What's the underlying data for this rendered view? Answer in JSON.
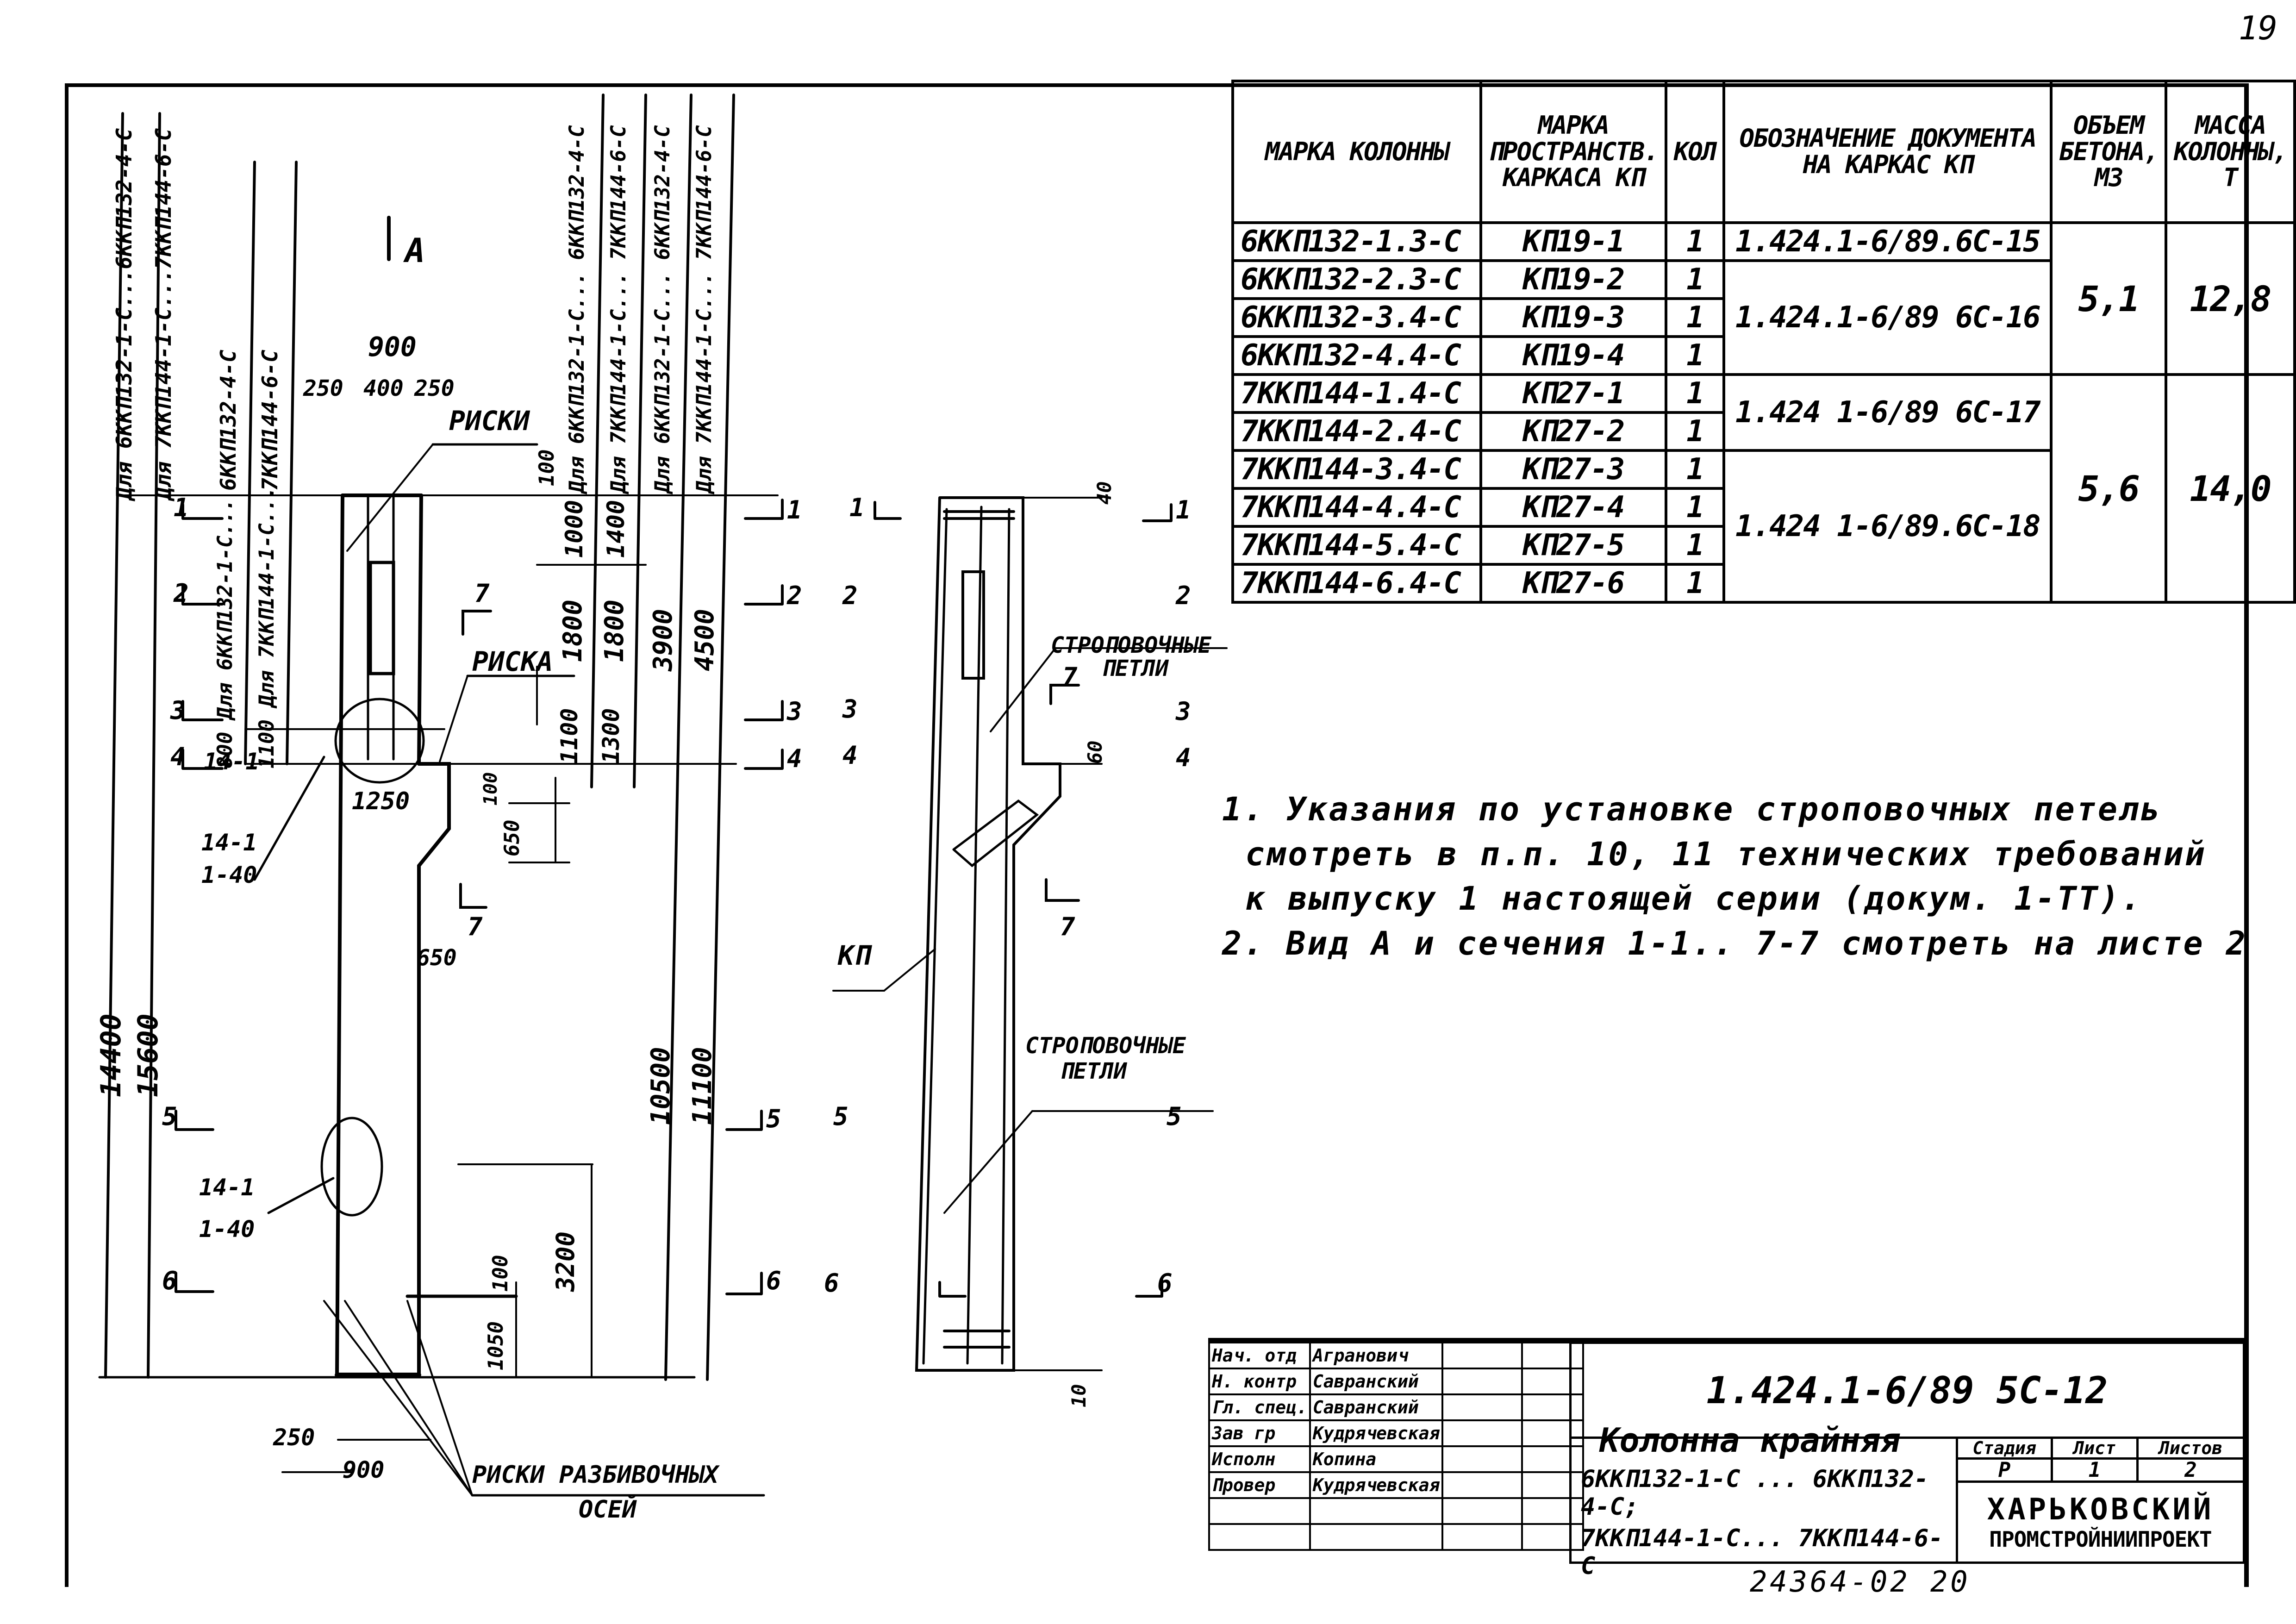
{
  "page_number": "19",
  "archive_number": "24364-02  20",
  "spec_table": {
    "headers": [
      "МАРКА КОЛОННЫ",
      "МАРКА ПРОСТРАНСТВ. КАРКАСА КП",
      "КОЛ",
      "ОБОЗНАЧЕНИЕ ДОКУМЕНТА НА КАРКАС КП",
      "ОБЪЕМ БЕТОНА, М3",
      "МАССА КОЛОННЫ, Т"
    ],
    "rows": [
      {
        "mark": "6ККП132-1.3-С",
        "kp": "КП19-1",
        "qty": "1"
      },
      {
        "mark": "6ККП132-2.3-С",
        "kp": "КП19-2",
        "qty": "1"
      },
      {
        "mark": "6ККП132-3.4-С",
        "kp": "КП19-3",
        "qty": "1"
      },
      {
        "mark": "6ККП132-4.4-С",
        "kp": "КП19-4",
        "qty": "1"
      },
      {
        "mark": "7ККП144-1.4-С",
        "kp": "КП27-1",
        "qty": "1"
      },
      {
        "mark": "7ККП144-2.4-С",
        "kp": "КП27-2",
        "qty": "1"
      },
      {
        "mark": "7ККП144-3.4-С",
        "kp": "КП27-3",
        "qty": "1"
      },
      {
        "mark": "7ККП144-4.4-С",
        "kp": "КП27-4",
        "qty": "1"
      },
      {
        "mark": "7ККП144-5.4-С",
        "kp": "КП27-5",
        "qty": "1"
      },
      {
        "mark": "7ККП144-6.4-С",
        "kp": "КП27-6",
        "qty": "1"
      }
    ],
    "doc_groups": [
      "1.424.1-6/89.6С-15",
      "1.424.1-6/89 6С-16",
      "1.424 1-6/89 6С-17",
      "1.424 1-6/89.6С-18"
    ],
    "volume_groups": [
      "5,1",
      "5,6"
    ],
    "mass_groups": [
      "12,8",
      "14,0"
    ]
  },
  "notes": [
    "1. Указания по установке строповочных петель",
    "смотреть в п.п. 10, 11 технических требований",
    "к выпуску 1 настоящей серии (докум. 1-ТТ).",
    "2. Вид А и сечения 1-1.. 7-7 смотреть на листе 2"
  ],
  "drawing": {
    "view_label": "А",
    "labels": {
      "riski": "РИСКИ",
      "riska": "РИСКА",
      "lifting_loops": "СТРОПОВОЧНЫЕ",
      "lifting_loops_2": "ПЕТЛИ",
      "kp": "КП",
      "axis_marks": "РИСКИ РАЗБИВОЧНЫХ",
      "axis_marks_2": "ОСЕЙ",
      "node_top": "14-1",
      "node_bottom": "1-40"
    },
    "column_labels": {
      "left_a": "Для 6ККП132-1-С...6ККП132-4-С",
      "left_b": "Для 7ККП144-1-С...7ККП144-6-С",
      "mid_a": "6ККП132-4-С",
      "mid_b": "7ККП144-6-С",
      "mid_a_low": "800 Для 6ККП132-1-С...",
      "mid_b_low": "1100 Для 7ККП144-1-С...",
      "right_a": "Для 6ККП132-1-С... 6ККП132-4-С",
      "right_b": "Для 7ККП144-1-С... 7ККП144-6-С",
      "right_c": "Для 6ККП132-1-С... 6ККП132-4-С",
      "right_d": "Для 7ККП144-1-С... 7ККП144-6-С"
    },
    "dimensions": {
      "total_a": "14400",
      "total_b": "15600",
      "top_w": "900",
      "top_l": "250",
      "top_m": "400",
      "top_r": "250",
      "d100": "100",
      "d1000": "1000",
      "d1400": "1400",
      "d1800a": "1800",
      "d1800b": "1800",
      "d3900": "3900",
      "d4500": "4500",
      "d1100": "1100",
      "d1300": "1300",
      "d1250": "1250",
      "d100b": "100",
      "d650a": "650",
      "d650b": "650",
      "d10500": "10500",
      "d11100": "11100",
      "d3200": "3200",
      "d100c": "100",
      "d1050": "1050",
      "bot_l": "250",
      "bot_w": "900",
      "s40": "40",
      "s60": "60",
      "s10": "10"
    },
    "sections": [
      "1",
      "2",
      "3",
      "4",
      "5",
      "6",
      "7"
    ]
  },
  "title_block": {
    "signatures": [
      {
        "role": "Нач. отд",
        "name": "Агранович"
      },
      {
        "role": "Н. контр",
        "name": "Савранский"
      },
      {
        "role": "Гл. спец.",
        "name": "Савранский"
      },
      {
        "role": "Зав гр",
        "name": "Кудрячевская"
      },
      {
        "role": "Исполн",
        "name": "Копина"
      },
      {
        "role": "Провер",
        "name": "Кудрячевская"
      },
      {
        "role": "",
        "name": ""
      },
      {
        "role": "",
        "name": ""
      }
    ],
    "doc_code": "1.424.1-6/89 5С-12",
    "title": "Колонна крайняя",
    "subtitle_1": "6ККП132-1-С ... 6ККП132-4-С;",
    "subtitle_2": "7ККП144-1-С... 7ККП144-6-С",
    "stage_label": "Стадия",
    "sheet_label": "Лист",
    "sheets_label": "Листов",
    "stage": "Р",
    "sheet": "1",
    "sheets": "2",
    "org_1": "ХАРЬКОВСКИЙ",
    "org_2": "ПРОМСТРОЙНИИПРОЕКТ"
  }
}
